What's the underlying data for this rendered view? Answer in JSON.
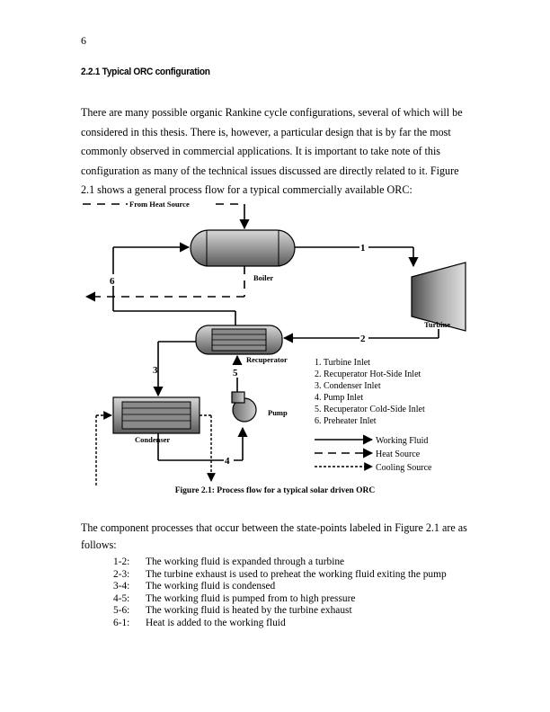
{
  "page": {
    "number": "6",
    "heading": "2.2.1 Typical ORC configuration",
    "paragraph_lines": [
      "There are many possible organic Rankine cycle configurations, several of which will be",
      "considered in this thesis.  There is, however, a particular design that is by far the most",
      "commonly observed in commercial applications.  It is important to take note of this",
      "configuration as many of the technical issues discussed are directly related to it.  Figure",
      "2.1 shows a general process flow for a typical commercially available ORC:"
    ],
    "intro2_lines": [
      "The component processes that occur between the state-points labeled in Figure 2.1 are as",
      "follows:"
    ]
  },
  "figure": {
    "caption": "Figure 2.1:  Process flow for a typical solar driven ORC",
    "labels": {
      "from_heat_source": "From Heat Source",
      "boiler": "Boiler",
      "turbine": "Turbine",
      "recuperator": "Recuperator",
      "pump": "Pump",
      "condenser": "Condenser"
    },
    "state_points": [
      "1",
      "2",
      "3",
      "4",
      "5",
      "6"
    ],
    "legend_items": [
      "1. Turbine Inlet",
      "2. Recuperator Hot-Side Inlet",
      "3. Condenser Inlet",
      "4. Pump Inlet",
      "5. Recuperator Cold-Side Inlet",
      "6. Preheater Inlet"
    ],
    "line_legend": {
      "working_fluid": "Working Fluid",
      "heat_source": "Heat Source",
      "cooling_source": "Cooling Source"
    }
  },
  "processes": [
    {
      "id": "1-2:",
      "desc": "The working fluid is expanded through a turbine"
    },
    {
      "id": "2-3:",
      "desc": "The turbine exhaust is used to preheat the working fluid exiting the pump"
    },
    {
      "id": "3-4:",
      "desc": "The working fluid is condensed"
    },
    {
      "id": "4-5:",
      "desc": "The working fluid is pumped from to high pressure"
    },
    {
      "id": "5-6:",
      "desc": "The working fluid is heated by the turbine exhaust"
    },
    {
      "id": "6-1:",
      "desc": "Heat is added to the working fluid"
    }
  ]
}
